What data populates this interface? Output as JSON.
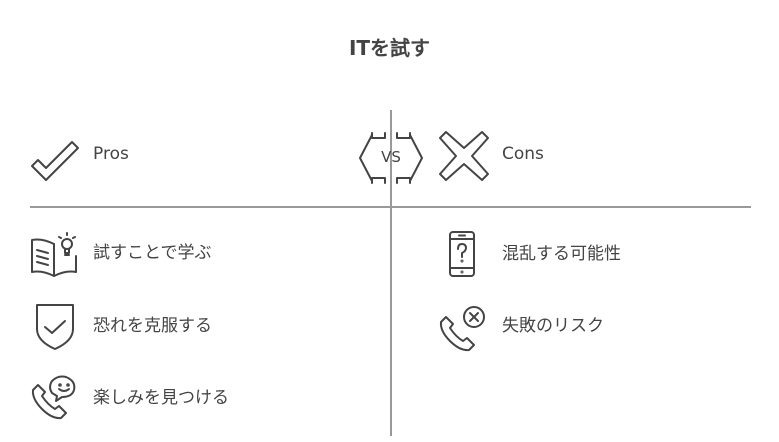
{
  "title": "ITを試す",
  "pros": {
    "label": "Pros",
    "icon": "checkmark-icon",
    "items": [
      {
        "text": "試すことで学ぶ",
        "icon": "book-lightbulb-icon"
      },
      {
        "text": "恐れを克服する",
        "icon": "shield-check-icon"
      },
      {
        "text": "楽しみを見つける",
        "icon": "phone-smiley-icon"
      }
    ]
  },
  "vs": {
    "label": "VS",
    "icon": "vs-icon"
  },
  "cons": {
    "label": "Cons",
    "icon": "x-icon",
    "items": [
      {
        "text": "混乱する可能性",
        "icon": "phone-question-icon"
      },
      {
        "text": "失敗のリスク",
        "icon": "phone-x-icon"
      }
    ]
  }
}
